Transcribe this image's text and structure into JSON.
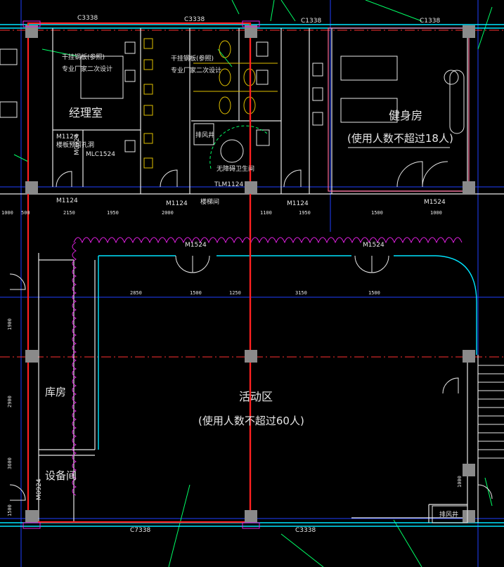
{
  "colors": {
    "background": "#000000",
    "boundary_red": "#ff2020",
    "wall_cyan": "#00e5ff",
    "wall_white": "#e8e8e8",
    "dim_green": "#00ff66",
    "grid_blue": "#2040ff",
    "hatch_magenta": "#e020e0",
    "fixture_yellow": "#e0c000",
    "column_gray": "#8a8a8a",
    "room_outline_pink": "#ff6a9a"
  },
  "rooms": {
    "manager": "经理室",
    "gym_name": "健身房",
    "gym_capacity": "(使用人数不超过18人)",
    "activity_name": "活动区",
    "activity_capacity": "(使用人数不超过60人)",
    "storage": "库房",
    "equipment": "设备间",
    "accessible_toilet": "无障碍卫生间",
    "exhaust_top": "排风井",
    "exhaust_bottom": "排风井"
  },
  "windows": {
    "w1": "C3338",
    "w2": "C3338",
    "w3": "C1338",
    "w4": "C1338",
    "w5": "C7338",
    "w6": "C3338"
  },
  "doors": {
    "d1": "M1124",
    "d2": "M1124",
    "d3": "M1124",
    "d4": "M1524",
    "d5": "M1524",
    "d6": "M1524",
    "d7": "MLC1524",
    "d8": "TLM1124",
    "d9": "M0924",
    "d10": "M0924",
    "d11": "M1124"
  },
  "annotations": {
    "toilet_note_left_1": "干挂钢板(参照)",
    "toilet_note_left_2": "专业厂家二次设计",
    "toilet_note_mid_1": "干挂钢板(参照)",
    "toilet_note_mid_2": "专业厂家二次设计",
    "shaft_note": "楼板预留孔洞",
    "small_door": "楼梯间"
  },
  "dimensions": {
    "top_row": [
      "1000",
      "500",
      "2150",
      "1950",
      "2000",
      "1100",
      "1950",
      "1500",
      "1000"
    ],
    "mid_row": [
      "2850",
      "1500",
      "1250",
      "3150",
      "1500"
    ],
    "left_col": [
      "1900",
      "2900",
      "3600",
      "1500"
    ],
    "right_col": [
      "1000"
    ]
  }
}
